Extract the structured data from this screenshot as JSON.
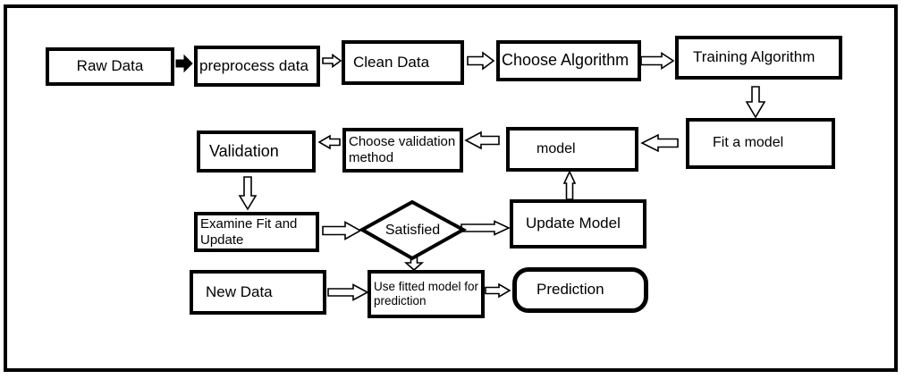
{
  "diagram": {
    "type": "flowchart",
    "colors": {
      "line": "#000000",
      "background": "#ffffff",
      "text": "#000000"
    },
    "nodes": {
      "raw_data": {
        "label": "Raw Data",
        "shape": "rect"
      },
      "preprocess": {
        "label": "preprocess data",
        "shape": "rect"
      },
      "clean_data": {
        "label": "Clean Data",
        "shape": "rect"
      },
      "choose_algorithm": {
        "label": "Choose Algorithm",
        "shape": "rect"
      },
      "training_algorithm": {
        "label": "Training Algorithm",
        "shape": "rect"
      },
      "fit_model": {
        "label": "Fit a model",
        "shape": "rect"
      },
      "model": {
        "label": "model",
        "shape": "rect"
      },
      "choose_validation": {
        "label": "Choose validation method",
        "shape": "rect"
      },
      "validation": {
        "label": "Validation",
        "shape": "rect"
      },
      "examine": {
        "label": "Examine Fit and Update",
        "shape": "rect"
      },
      "satisfied": {
        "label": "Satisfied",
        "shape": "diamond"
      },
      "update_model": {
        "label": "Update Model",
        "shape": "rect"
      },
      "new_data": {
        "label": "New Data",
        "shape": "rect"
      },
      "use_fitted": {
        "label": "Use fitted model for prediction",
        "shape": "rect"
      },
      "prediction": {
        "label": "Prediction",
        "shape": "rounded-rect"
      }
    },
    "edges": [
      {
        "from": "raw_data",
        "to": "preprocess",
        "style": "solid-arrow",
        "direction": "right"
      },
      {
        "from": "preprocess",
        "to": "clean_data",
        "style": "hollow-arrow",
        "direction": "right"
      },
      {
        "from": "clean_data",
        "to": "choose_algorithm",
        "style": "hollow-arrow",
        "direction": "right"
      },
      {
        "from": "choose_algorithm",
        "to": "training_algorithm",
        "style": "hollow-arrow",
        "direction": "right"
      },
      {
        "from": "training_algorithm",
        "to": "fit_model",
        "style": "hollow-arrow",
        "direction": "down"
      },
      {
        "from": "fit_model",
        "to": "model",
        "style": "hollow-arrow",
        "direction": "left"
      },
      {
        "from": "model",
        "to": "choose_validation",
        "style": "hollow-arrow",
        "direction": "left"
      },
      {
        "from": "choose_validation",
        "to": "validation",
        "style": "hollow-arrow",
        "direction": "left"
      },
      {
        "from": "validation",
        "to": "examine",
        "style": "hollow-arrow",
        "direction": "down"
      },
      {
        "from": "examine",
        "to": "satisfied",
        "style": "hollow-arrow",
        "direction": "right"
      },
      {
        "from": "satisfied",
        "to": "update_model",
        "style": "hollow-arrow",
        "direction": "right"
      },
      {
        "from": "update_model",
        "to": "model",
        "style": "hollow-arrow",
        "direction": "up"
      },
      {
        "from": "satisfied",
        "to": "use_fitted",
        "style": "hollow-arrow",
        "direction": "down"
      },
      {
        "from": "new_data",
        "to": "use_fitted",
        "style": "hollow-arrow",
        "direction": "right"
      },
      {
        "from": "use_fitted",
        "to": "prediction",
        "style": "hollow-arrow",
        "direction": "right"
      }
    ]
  }
}
